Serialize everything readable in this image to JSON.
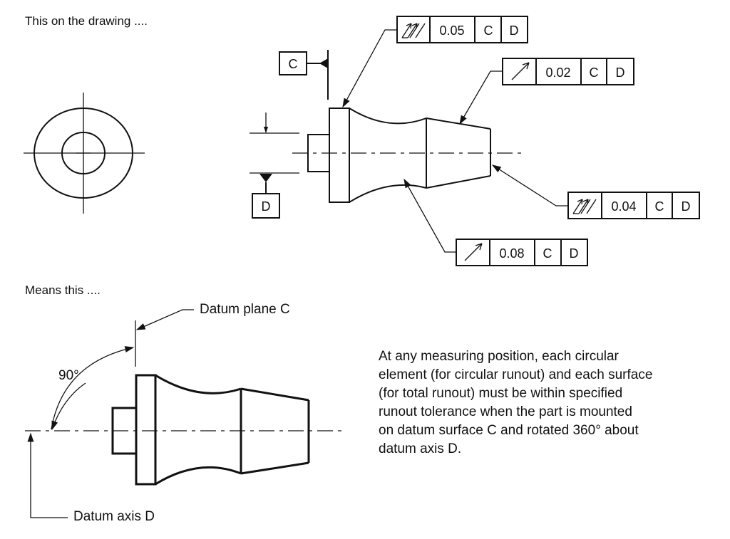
{
  "headings": {
    "top": "This on the drawing ....",
    "bottom": "Means this ...."
  },
  "datum_labels": {
    "c": "C",
    "d": "D"
  },
  "callouts": {
    "plane_c": "Datum plane C",
    "axis_d": "Datum axis D",
    "angle": "90°"
  },
  "frames": [
    {
      "symbol": "total-runout-icon",
      "value": "0.05",
      "datum1": "C",
      "datum2": "D"
    },
    {
      "symbol": "circular-runout-icon",
      "value": "0.02",
      "datum1": "C",
      "datum2": "D"
    },
    {
      "symbol": "total-runout-icon",
      "value": "0.04",
      "datum1": "C",
      "datum2": "D"
    },
    {
      "symbol": "circular-runout-icon",
      "value": "0.08",
      "datum1": "C",
      "datum2": "D"
    }
  ],
  "explanation": {
    "lines": [
      "At any measuring position, each circular",
      "element (for circular runout) and each surface",
      "(for total runout) must be within specified",
      "runout tolerance when the part is mounted",
      "on datum surface C and rotated 360° about",
      "datum axis D."
    ]
  }
}
